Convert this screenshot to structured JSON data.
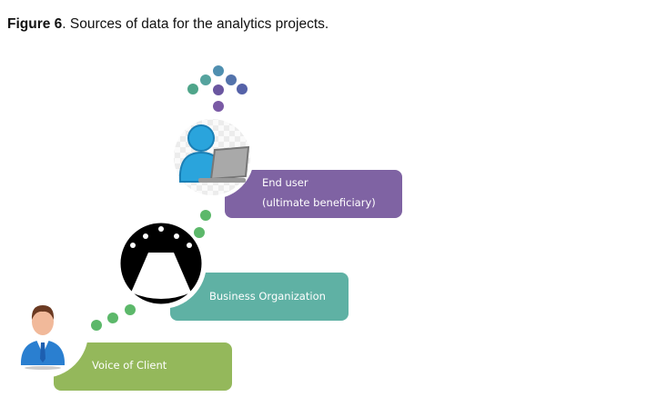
{
  "caption": {
    "figure_label": "Figure 6",
    "text": ". Sources of data for the analytics projects."
  },
  "steps": [
    {
      "line1": "End user",
      "line2": "(ultimate beneficiary)",
      "color": "#7f63a3"
    },
    {
      "label": "Business Organization",
      "color": "#5fb1a4"
    },
    {
      "label": "Voice of Client",
      "color": "#94b85b"
    }
  ]
}
